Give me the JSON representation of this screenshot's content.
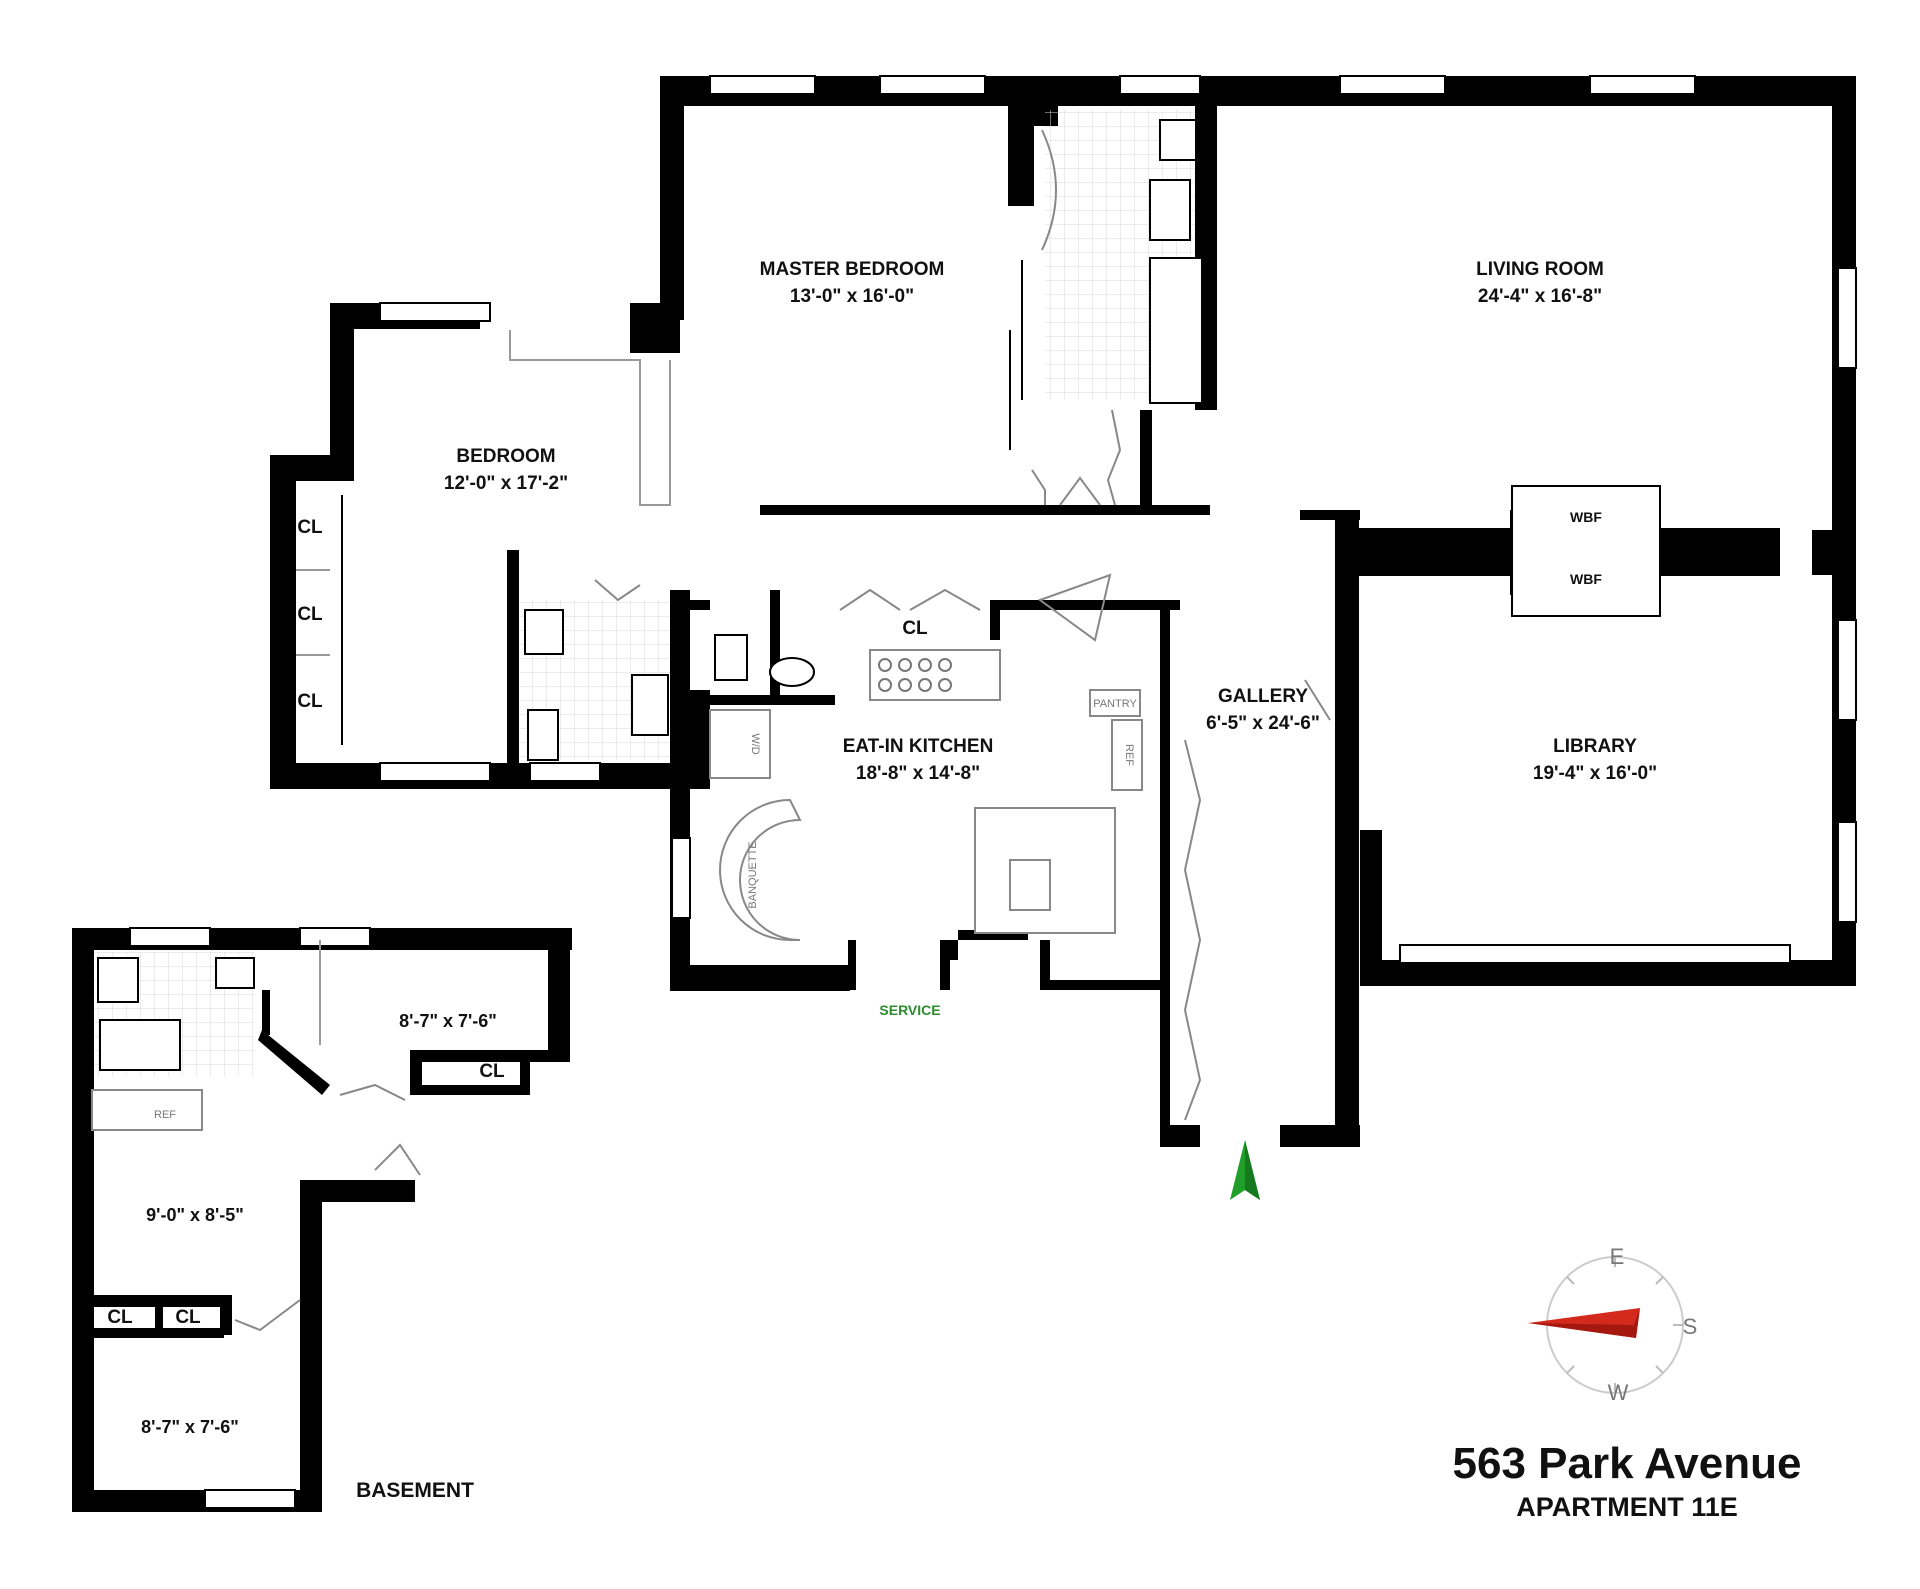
{
  "rooms": {
    "master_bedroom": {
      "name": "MASTER BEDROOM",
      "dims": "13'-0\" x 16'-0\""
    },
    "living_room": {
      "name": "LIVING ROOM",
      "dims": "24'-4\" x 16'-8\""
    },
    "bedroom": {
      "name": "BEDROOM",
      "dims": "12'-0\" x 17'-2\""
    },
    "kitchen": {
      "name": "EAT-IN KITCHEN",
      "dims": "18'-8\" x 14'-8\""
    },
    "gallery": {
      "name": "GALLERY",
      "dims": "6'-5\" x 24'-6\""
    },
    "library": {
      "name": "LIBRARY",
      "dims": "19'-4\" x 16'-0\""
    },
    "basement_room_1": {
      "dims": "8'-7\" x 7'-6\""
    },
    "basement_room_2": {
      "dims": "9'-0\" x 8'-5\""
    },
    "basement_room_3": {
      "dims": "8'-7\" x 7'-6\""
    }
  },
  "labels": {
    "closet": "CL",
    "wbf": "WBF",
    "wd": "W/D",
    "ref": "REF",
    "pantry": "PANTRY",
    "banquette": "BANQUETTE",
    "service": "SERVICE",
    "basement": "BASEMENT"
  },
  "compass": {
    "e": "E",
    "s": "S",
    "w": "W"
  },
  "title": {
    "address": "563 Park Avenue",
    "unit": "APARTMENT 11E"
  },
  "colors": {
    "walls": "#000000",
    "service_label": "#2e8b2e",
    "entry_arrow": "#1f9e2a",
    "compass_needle": "#d42a1e"
  }
}
